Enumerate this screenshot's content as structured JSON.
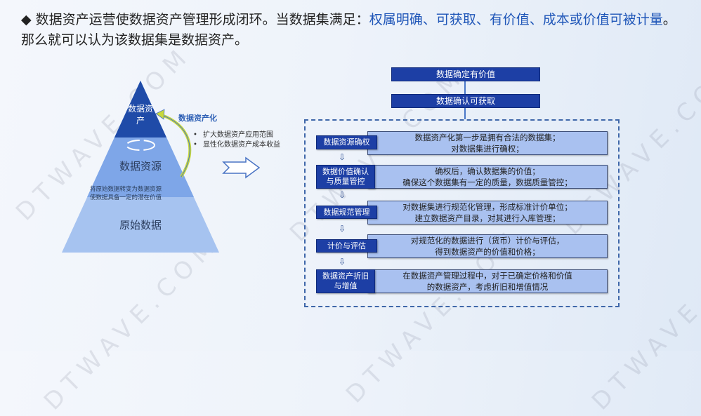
{
  "headline": {
    "bullet_icon": "◆",
    "text_part1": "数据资产运营使数据资产管理形成闭环。当数据集满足：",
    "highlight1": "权属明确",
    "sep1": "、",
    "highlight2": "可获取",
    "sep2": "、",
    "highlight3": "有价值",
    "sep3": "、",
    "highlight4": "成本或价值可被计量",
    "text_part2": "。那么就可以认为该数据集是数据资产。"
  },
  "pyramid": {
    "top_label": "数据资产",
    "middle_label": "数据资源",
    "bottom_label": "原始数据",
    "middle_bullets": [
      "将原始数据转变为数据资源",
      "使数据具备一定的潜在价值"
    ],
    "colors": {
      "top": "#1f4ba8",
      "middle": "#6f9be3",
      "bottom": "#a6c3f0"
    }
  },
  "assetization": {
    "label": "数据资产化",
    "bullets": [
      "扩大数据资产应用范围",
      "显性化数据资产成本收益"
    ]
  },
  "flow_top": [
    {
      "label": "数据确定有价值"
    },
    {
      "label": "数据确认可获取"
    }
  ],
  "steps": [
    {
      "label": "数据资源确权",
      "desc_line1": "数据资产化第一步是拥有合法的数据集；",
      "desc_line2": "对数据集进行确权；"
    },
    {
      "label": "数据价值确认与质量管控",
      "desc_line1": "确权后，确认数据集的价值；",
      "desc_line2": "确保这个数据集有一定的质量，数据质量管控；"
    },
    {
      "label": "数据规范管理",
      "desc_line1": "对数据集进行规范化管理，形成标准计价单位；",
      "desc_line2": "建立数据资产目录，对其进行入库管理；"
    },
    {
      "label": "计价与评估",
      "desc_line1": "对规范化的数据进行（货币）计价与评估，",
      "desc_line2": "得到数据资产的价值和价格；"
    },
    {
      "label": "数据资产折旧与增值",
      "desc_line1": "在数据资产管理过程中，对于已确定价格和价值",
      "desc_line2": "的数据资产，考虑折旧和增值情况"
    }
  ],
  "step_arrow_icon": "⇩",
  "watermark": "DTWAVE.COM"
}
